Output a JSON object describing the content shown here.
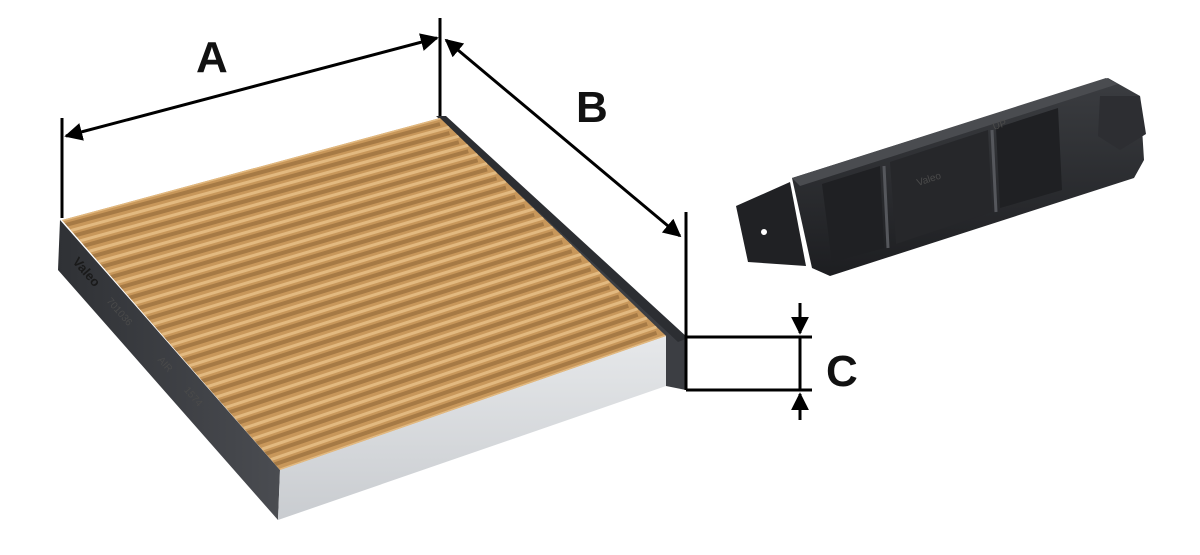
{
  "dimensions": {
    "a": {
      "label": "A"
    },
    "b": {
      "label": "B"
    },
    "c": {
      "label": "C"
    }
  },
  "filter": {
    "brand": "Valeo",
    "part_number": "701036",
    "side_marking": "AIR",
    "side_code": "1574",
    "pleat_count": 24
  },
  "clip": {
    "brand": "Valeo",
    "marking": "UP"
  },
  "colors": {
    "media": "#c8975a",
    "media_dark": "#8a6234",
    "frame": "#3a3c40",
    "carbon_layer": "#d9dbde",
    "dimension_line": "#000000",
    "clip": "#2a2b2e"
  }
}
